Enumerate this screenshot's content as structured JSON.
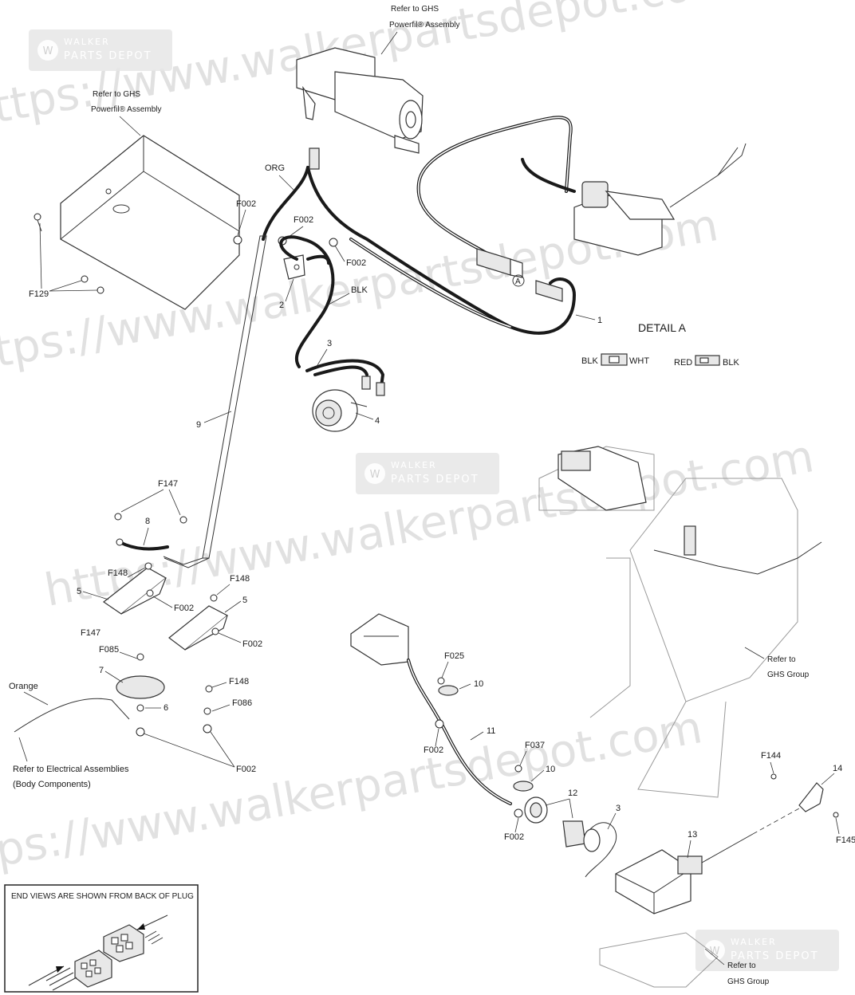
{
  "watermark": {
    "url_text": "https://www.walkerpartsdepot.com",
    "badge_top": "WALKER",
    "badge_bottom": "PARTS DEPOT"
  },
  "refs": {
    "ghs_powerfill_top_1": "Refer to GHS",
    "ghs_powerfill_top_2": "Powerfil® Assembly",
    "ghs_powerfill_left_1": "Refer to GHS",
    "ghs_powerfill_left_2": "Powerfil® Assembly",
    "ghs_group_right_1": "Refer to",
    "ghs_group_right_2": "GHS Group",
    "ghs_group_bottom_1": "Refer to",
    "ghs_group_bottom_2": "GHS Group",
    "electrical_1": "Refer to Electrical  Assemblies",
    "electrical_2": "(Body Components)"
  },
  "wire_labels": {
    "org": "ORG",
    "blk": "BLK",
    "orange": "Orange"
  },
  "detail": {
    "title": "DETAIL A",
    "marker": "A",
    "left_a": "BLK",
    "left_b": "WHT",
    "right_a": "RED",
    "right_b": "BLK"
  },
  "callouts": {
    "f002_a": "F002",
    "f002_b": "F002",
    "f002_c": "F002",
    "f002_d": "F002",
    "f002_e": "F002",
    "f002_f": "F002",
    "f002_g": "F002",
    "f002_h": "F002",
    "f129": "F129",
    "f147_a": "F147",
    "f147_b": "F147",
    "f148_a": "F148",
    "f148_b": "F148",
    "f148_c": "F148",
    "f085": "F085",
    "f086": "F086",
    "f025": "F025",
    "f037": "F037",
    "f144": "F144",
    "f145": "F145",
    "n1": "1",
    "n2": "2",
    "n3a": "3",
    "n3b": "3",
    "n4": "4",
    "n5a": "5",
    "n5b": "5",
    "n6": "6",
    "n7": "7",
    "n8": "8",
    "n9": "9",
    "n10a": "10",
    "n10b": "10",
    "n11": "11",
    "n12": "12",
    "n13": "13",
    "n14": "14"
  },
  "inset": {
    "title": "END VIEWS ARE SHOWN FROM BACK OF PLUG"
  },
  "colors": {
    "line": "#1a1a1a",
    "watermark": "#c9c9c9",
    "badge": "#e6e6e6"
  }
}
